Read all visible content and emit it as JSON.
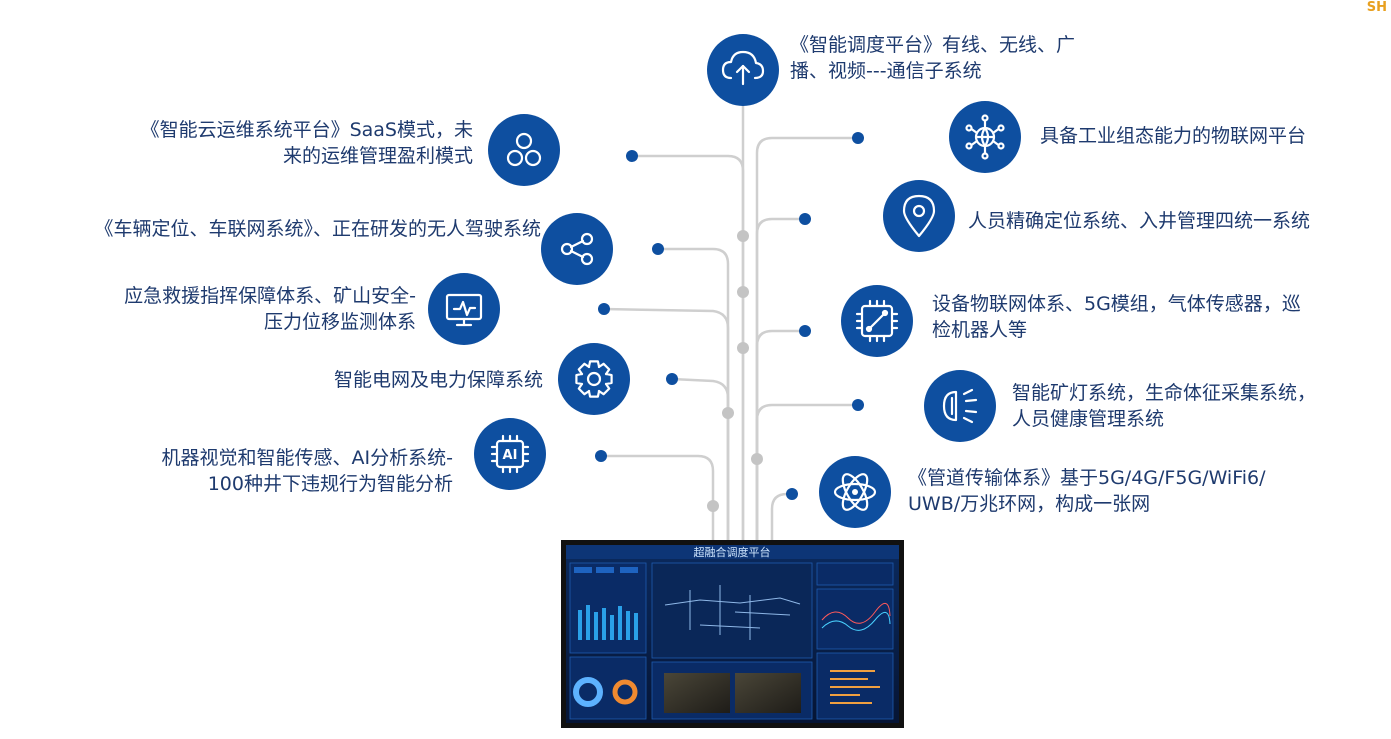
{
  "brand_mark": "SH",
  "colors": {
    "icon_circle": "#0e4fa0",
    "dot": "#0e4fa0",
    "line": "#c9c9c9",
    "text": "#1e3a6e",
    "screen_bg": "#071a3f"
  },
  "top_item": {
    "icon": "cloud-upload-icon",
    "lines": [
      "《智能调度平台》有线、无线、广",
      "播、视频---通信子系统"
    ]
  },
  "left_items": [
    {
      "icon": "three-nodes-icon",
      "lines": [
        "《智能云运维系统平台》SaaS模式，未",
        "来的运维管理盈利模式"
      ]
    },
    {
      "icon": "share-icon",
      "lines": [
        "《车辆定位、车联网系统》、正在研发的无人驾驶系统"
      ]
    },
    {
      "icon": "monitor-pulse-icon",
      "lines": [
        "应急救援指挥保障体系、矿山安全-",
        "压力位移监测体系"
      ]
    },
    {
      "icon": "gear-icon",
      "lines": [
        "智能电网及电力保障系统"
      ]
    },
    {
      "icon": "ai-chip-icon",
      "icon_text": "AI",
      "lines": [
        "机器视觉和智能传感、AI分析系统-",
        "100种井下违规行为智能分析"
      ]
    }
  ],
  "right_items": [
    {
      "icon": "globe-network-icon",
      "lines": [
        "具备工业组态能力的物联网平台"
      ]
    },
    {
      "icon": "location-pin-icon",
      "lines": [
        "人员精确定位系统、入井管理四统一系统"
      ]
    },
    {
      "icon": "circuit-board-icon",
      "lines": [
        "设备物联网体系、5G模组，气体传感器，巡",
        "检机器人等"
      ]
    },
    {
      "icon": "mining-lamp-icon",
      "lines": [
        "智能矿灯系统，生命体征采集系统，",
        "人员健康管理系统"
      ]
    },
    {
      "icon": "atom-icon",
      "lines": [
        "《管道传输体系》基于5G/4G/F5G/WiFi6/",
        "UWB/万兆环网，构成一张网"
      ]
    }
  ],
  "screen": {
    "title": "超融合调度平台"
  }
}
